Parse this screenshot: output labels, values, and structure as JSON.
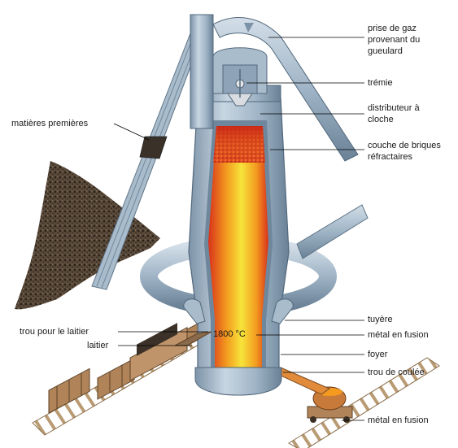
{
  "labels": {
    "prise_de_gaz": "prise de gaz\nprovenant du\ngueulard",
    "tremie": "trémie",
    "distributeur": "distributeur à\ncloche",
    "couche_briques": "couche de briques\nréfractaires",
    "matieres_premieres": "matières premières",
    "tuyere": "tuyère",
    "metal_fusion_1": "métal en fusion",
    "trou_laitier": "trou pour le laitier",
    "laitier": "laitier",
    "foyer": "foyer",
    "trou_coulee": "trou de coulée",
    "metal_fusion_2": "métal en fusion",
    "temperature": "1800 °C"
  },
  "colors": {
    "steel": "#9fb4c6",
    "steel_dark": "#6f879c",
    "molten_hot": "#f7e43a",
    "molten_mid": "#f39a1f",
    "molten_red": "#d8321c",
    "coal": "#3b3128",
    "wood": "#b08458"
  }
}
